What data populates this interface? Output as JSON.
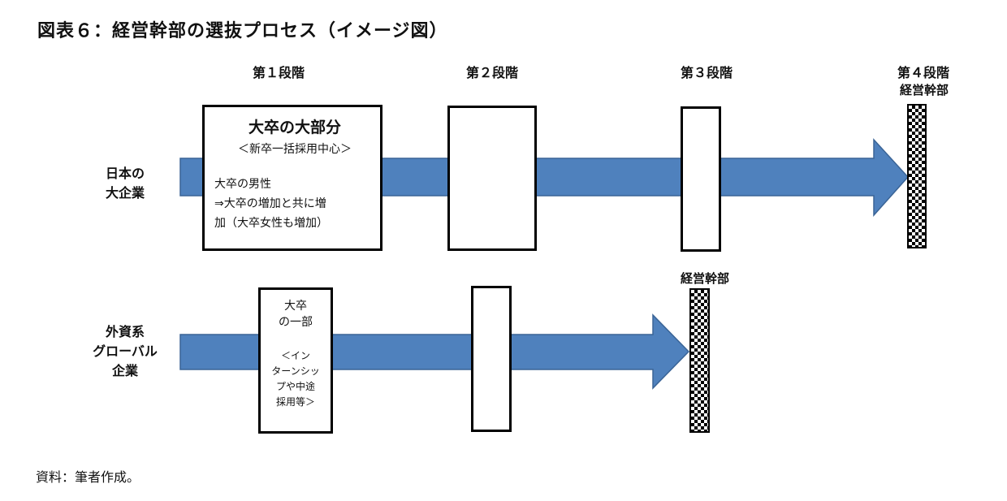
{
  "title": "図表６：経営幹部の選抜プロセス（イメージ図）",
  "stages": [
    "第１段階",
    "第２段階",
    "第３段階",
    "第４段階"
  ],
  "stage4_sub": "経営幹部",
  "japan_row": {
    "label_lines": [
      "日本の",
      "大企業"
    ],
    "box1": {
      "title": "大卒の大部分",
      "subtitle": "＜新卒一括採用中心＞",
      "lines": [
        "大卒の男性",
        "⇒大卒の増加と共に増",
        "加（大卒女性も増加）"
      ]
    }
  },
  "foreign_row": {
    "label_lines": [
      "外資系",
      "グローバル",
      "企業"
    ],
    "exec_label": "経営幹部",
    "box1": {
      "title_lines": [
        "大卒",
        "の一部"
      ],
      "detail_lines": [
        "＜イン",
        "ターンシッ",
        "プや中途",
        "採用等＞"
      ]
    }
  },
  "source": "資料：筆者作成。",
  "colors": {
    "arrow": "#4f81bd",
    "arrow_stroke": "#3a6496"
  }
}
